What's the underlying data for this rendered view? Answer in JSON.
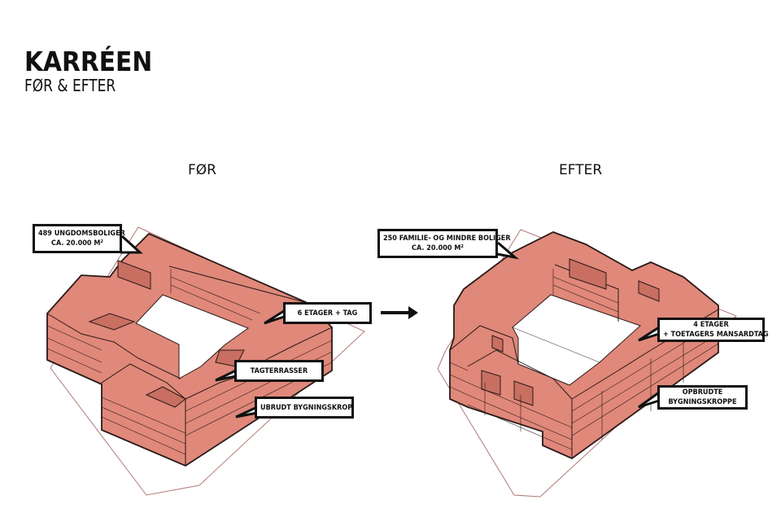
{
  "title": "KARRÉEN",
  "subtitle": "FØR & EFTER",
  "before": {
    "heading": "FØR",
    "labels": [
      {
        "line1": "489 UNGDOMSBOLIGER",
        "line2": "CA. 20.000 M²"
      },
      {
        "line1": "6 ETAGER + TAG"
      },
      {
        "line1": "TAGTERRASSER"
      },
      {
        "line1": "UBRUDT BYGNINGSKROP"
      }
    ]
  },
  "after": {
    "heading": "EFTER",
    "labels": [
      {
        "line1": "250 FAMILIE- OG MINDRE BOLIGER",
        "line2": "CA. 20.000 M²"
      },
      {
        "line1": "4 ETAGER",
        "line2": "+ TOETAGERS MANSARDTAG"
      },
      {
        "line1": "OPBRUDTE",
        "line2": "BYGNINGSKROPPE"
      }
    ]
  },
  "colors": {
    "building": "#e0887a",
    "building_dark": "#c86f62",
    "site": "#b07a74",
    "ink": "#111111"
  }
}
